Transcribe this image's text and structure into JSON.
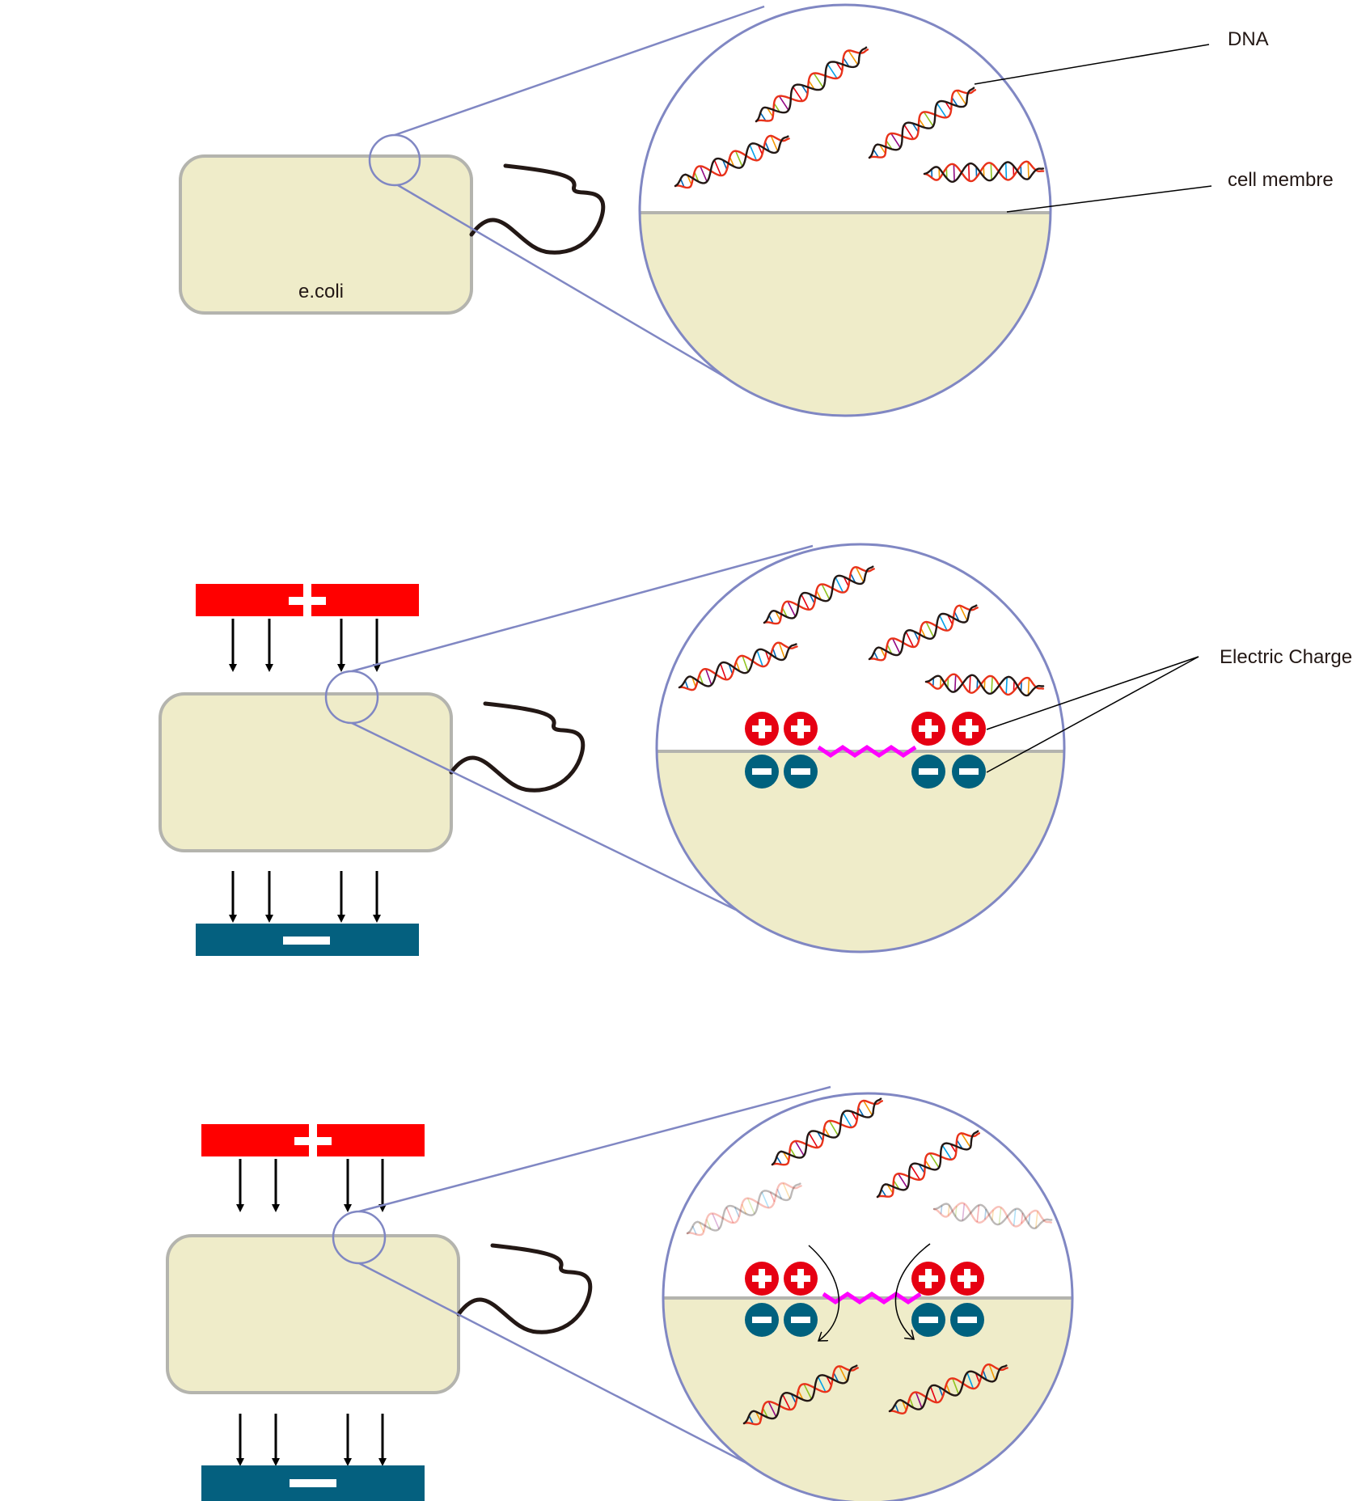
{
  "labels": {
    "ecoli": "e.coli",
    "dna": "DNA",
    "membrane": "cell membre",
    "charge": "Electric Charge"
  },
  "colors": {
    "cell_fill": "#efecc9",
    "cell_stroke": "#b4b4ae",
    "zoom_stroke": "#8087c3",
    "plus_plate": "#ff0000",
    "minus_plate": "#04607f",
    "charge_plus": "#e60012",
    "charge_minus": "#00617e",
    "pore": "#ff00ff",
    "dna_strand_a": "#e8321a",
    "dna_strand_b": "#231815"
  },
  "panels": [
    {
      "id": "natural-state",
      "has_plates": false,
      "has_charges": false,
      "has_pore": false,
      "dna_inside_count": 0,
      "faded_dna_count": 0
    },
    {
      "id": "electric-field-applied",
      "has_plates": true,
      "has_charges": true,
      "has_pore": true,
      "dna_inside_count": 0,
      "faded_dna_count": 0
    },
    {
      "id": "dna-uptake",
      "has_plates": true,
      "has_charges": true,
      "has_pore": true,
      "dna_inside_count": 2,
      "faded_dna_count": 2
    }
  ]
}
